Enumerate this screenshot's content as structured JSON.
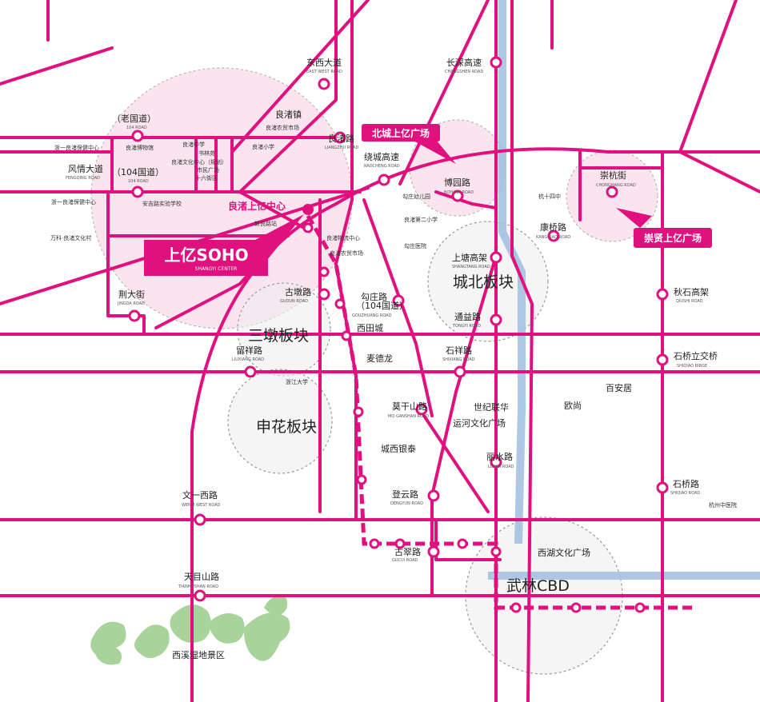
{
  "colors": {
    "road": "#e0107e",
    "river": "#9fbde0",
    "wetland": "#a8d39a",
    "zone": "#e8e8e8",
    "zone_pink": "#f7d3e4"
  },
  "brand": {
    "logo_main": "上亿SOHO",
    "logo_sub": "SHANGYI CENTER"
  },
  "callouts": {
    "north": "北城上亿广场",
    "chongxian": "崇贤上亿广场",
    "liangzhu": "良渚上亿中心",
    "metro_station": "新良路站"
  },
  "districts": {
    "chengbei": "城北板块",
    "sandun": "三墩板块",
    "shenhua": "申花板块",
    "wulin": "武林CBD"
  },
  "labels": [
    {
      "id": "dongxi",
      "zh": "东西大道",
      "en": "EAST WEST ROAD"
    },
    {
      "id": "changshen",
      "zh": "长深高速",
      "en": "CHANGSHEN ROAD"
    },
    {
      "id": "laoguo",
      "zh": "（老国道）",
      "en": "104 ROAD"
    },
    {
      "id": "liangzhu-town",
      "zh": "良渚镇",
      "en": ""
    },
    {
      "id": "liangzhu-rd",
      "zh": "良渚路",
      "en": "LIANGZHU ROAD"
    },
    {
      "id": "raocheng",
      "zh": "绕城高速",
      "en": "RAOCHENG ROAD"
    },
    {
      "id": "fengqing",
      "zh": "风情大道",
      "en": "FENGQING ROAD"
    },
    {
      "id": "guodao104",
      "zh": "（104国道）",
      "en": "104 ROAD"
    },
    {
      "id": "boyuan",
      "zh": "博园路",
      "en": "BOYUAN ROAD"
    },
    {
      "id": "chonghang",
      "zh": "崇杭街",
      "en": "CHONGHANG ROAD"
    },
    {
      "id": "kangqiao",
      "zh": "康桥路",
      "en": "KANGQIAO ROAD"
    },
    {
      "id": "shangtang",
      "zh": "上塘高架",
      "en": "SHANGTANG ROAD"
    },
    {
      "id": "jingda",
      "zh": "荆大街",
      "en": "JINGDA ROAD"
    },
    {
      "id": "gudun",
      "zh": "古墩路",
      "en": "GUDUN ROAD"
    },
    {
      "id": "gouzhuang",
      "zh": "勾庄路",
      "en": "GOUZHUANG ROAD"
    },
    {
      "id": "gouzhuang104",
      "zh": "（104国道）",
      "en": ""
    },
    {
      "id": "qiushi",
      "zh": "秋石高架",
      "en": "QIUSHI ROAD"
    },
    {
      "id": "tongyi",
      "zh": "通益路",
      "en": "TONGYI ROAD"
    },
    {
      "id": "liuxiang",
      "zh": "留祥路",
      "en": "LIUXIANG ROAD"
    },
    {
      "id": "xitiancheng",
      "zh": "西田城",
      "en": ""
    },
    {
      "id": "maidelong",
      "zh": "麦德龙",
      "en": ""
    },
    {
      "id": "shixiang",
      "zh": "石祥路",
      "en": "SHIXIANG ROAD"
    },
    {
      "id": "shiqiao-bridge",
      "zh": "石桥立交桥",
      "en": "SHIQIAO BIRGE"
    },
    {
      "id": "baianju",
      "zh": "百安居",
      "en": ""
    },
    {
      "id": "moganshan",
      "zh": "莫干山路",
      "en": "MO GANSHAN ROAD"
    },
    {
      "id": "shijilianhua",
      "zh": "世纪联华",
      "en": ""
    },
    {
      "id": "yunhe",
      "zh": "运河文化广场",
      "en": ""
    },
    {
      "id": "oushang",
      "zh": "欧尚",
      "en": ""
    },
    {
      "id": "chengxi-yintai",
      "zh": "城西银泰",
      "en": ""
    },
    {
      "id": "lishui",
      "zh": "丽水路",
      "en": "LISHUI ROAD"
    },
    {
      "id": "wenyixi",
      "zh": "文一西路",
      "en": "WENYI WEST ROAD"
    },
    {
      "id": "dengyun",
      "zh": "登云路",
      "en": "DENGYUN ROAD"
    },
    {
      "id": "shiqiao",
      "zh": "石桥路",
      "en": "SHIQIAO ROAD"
    },
    {
      "id": "guculu",
      "zh": "古翠路",
      "en": "GUCUI ROAD"
    },
    {
      "id": "xihu-wenhua",
      "zh": "西湖文化广场",
      "en": ""
    },
    {
      "id": "tianmushan",
      "zh": "天目山路",
      "en": "TIANMUSHAN ROAD"
    },
    {
      "id": "xixi",
      "zh": "西溪湿地景区",
      "en": ""
    }
  ],
  "pois": {
    "liangzhu_market": "良渚农贸市场",
    "liangzhu_primary": "良渚小学",
    "liangzhu_middle": "良渚中学",
    "liangzhu_museum": "良渚博物馆",
    "shulinyuan": "书林苑",
    "liangzhu_culture": "良渚文化中心（规划）",
    "civic_square": "市民广场",
    "shiliu_block": "十六街区",
    "liangzhu_hospital": "浙一良渚保健中心",
    "zheyi_liangzhu": "浙一良渚保健中心",
    "wanke": "万科·良渚文化村",
    "anji_school": "安吉路实验学校",
    "logistics": "良渚物流中心",
    "agri_market": "良渚农贸市场",
    "gz_kindergarten": "勾庄幼儿园",
    "gz_primary": "良渚第二小学",
    "gz_hospital": "勾庄医院",
    "hangshisizhong": "杭十四中",
    "zju": "浙江大学",
    "tcm_hospital": "杭州中医院"
  }
}
